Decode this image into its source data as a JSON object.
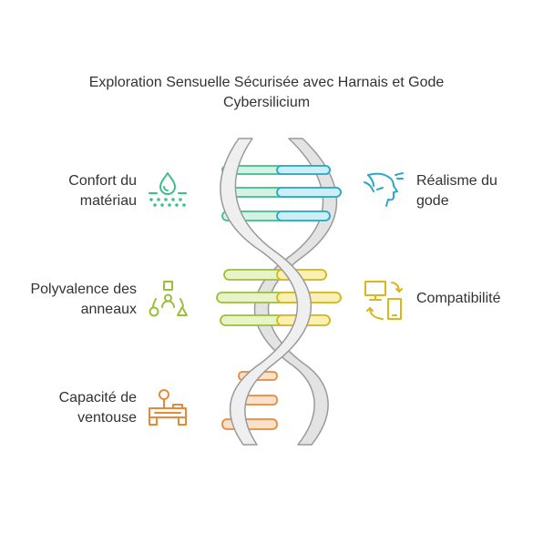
{
  "title": {
    "line1": "Exploration Sensuelle Sécurisée avec Harnais et Gode",
    "line2": "Cybersilicium"
  },
  "items": [
    {
      "line1": "Confort du",
      "line2": "matériau",
      "side": "left",
      "icon": "skin-droplet-icon",
      "color": "#3bbf8a"
    },
    {
      "line1": "Réalisme du",
      "line2": "gode",
      "side": "right",
      "icon": "face-profile-icon",
      "color": "#29a9c9"
    },
    {
      "line1": "Polyvalence des",
      "line2": "anneaux",
      "side": "left",
      "icon": "shapes-person-icon",
      "color": "#9cbf3a"
    },
    {
      "line1": "Compatibilité",
      "line2": "",
      "side": "right",
      "icon": "devices-sync-icon",
      "color": "#d8b81c"
    },
    {
      "line1": "Capacité de",
      "line2": "ventouse",
      "side": "left",
      "icon": "joystick-icon",
      "color": "#e8893a"
    }
  ]
}
